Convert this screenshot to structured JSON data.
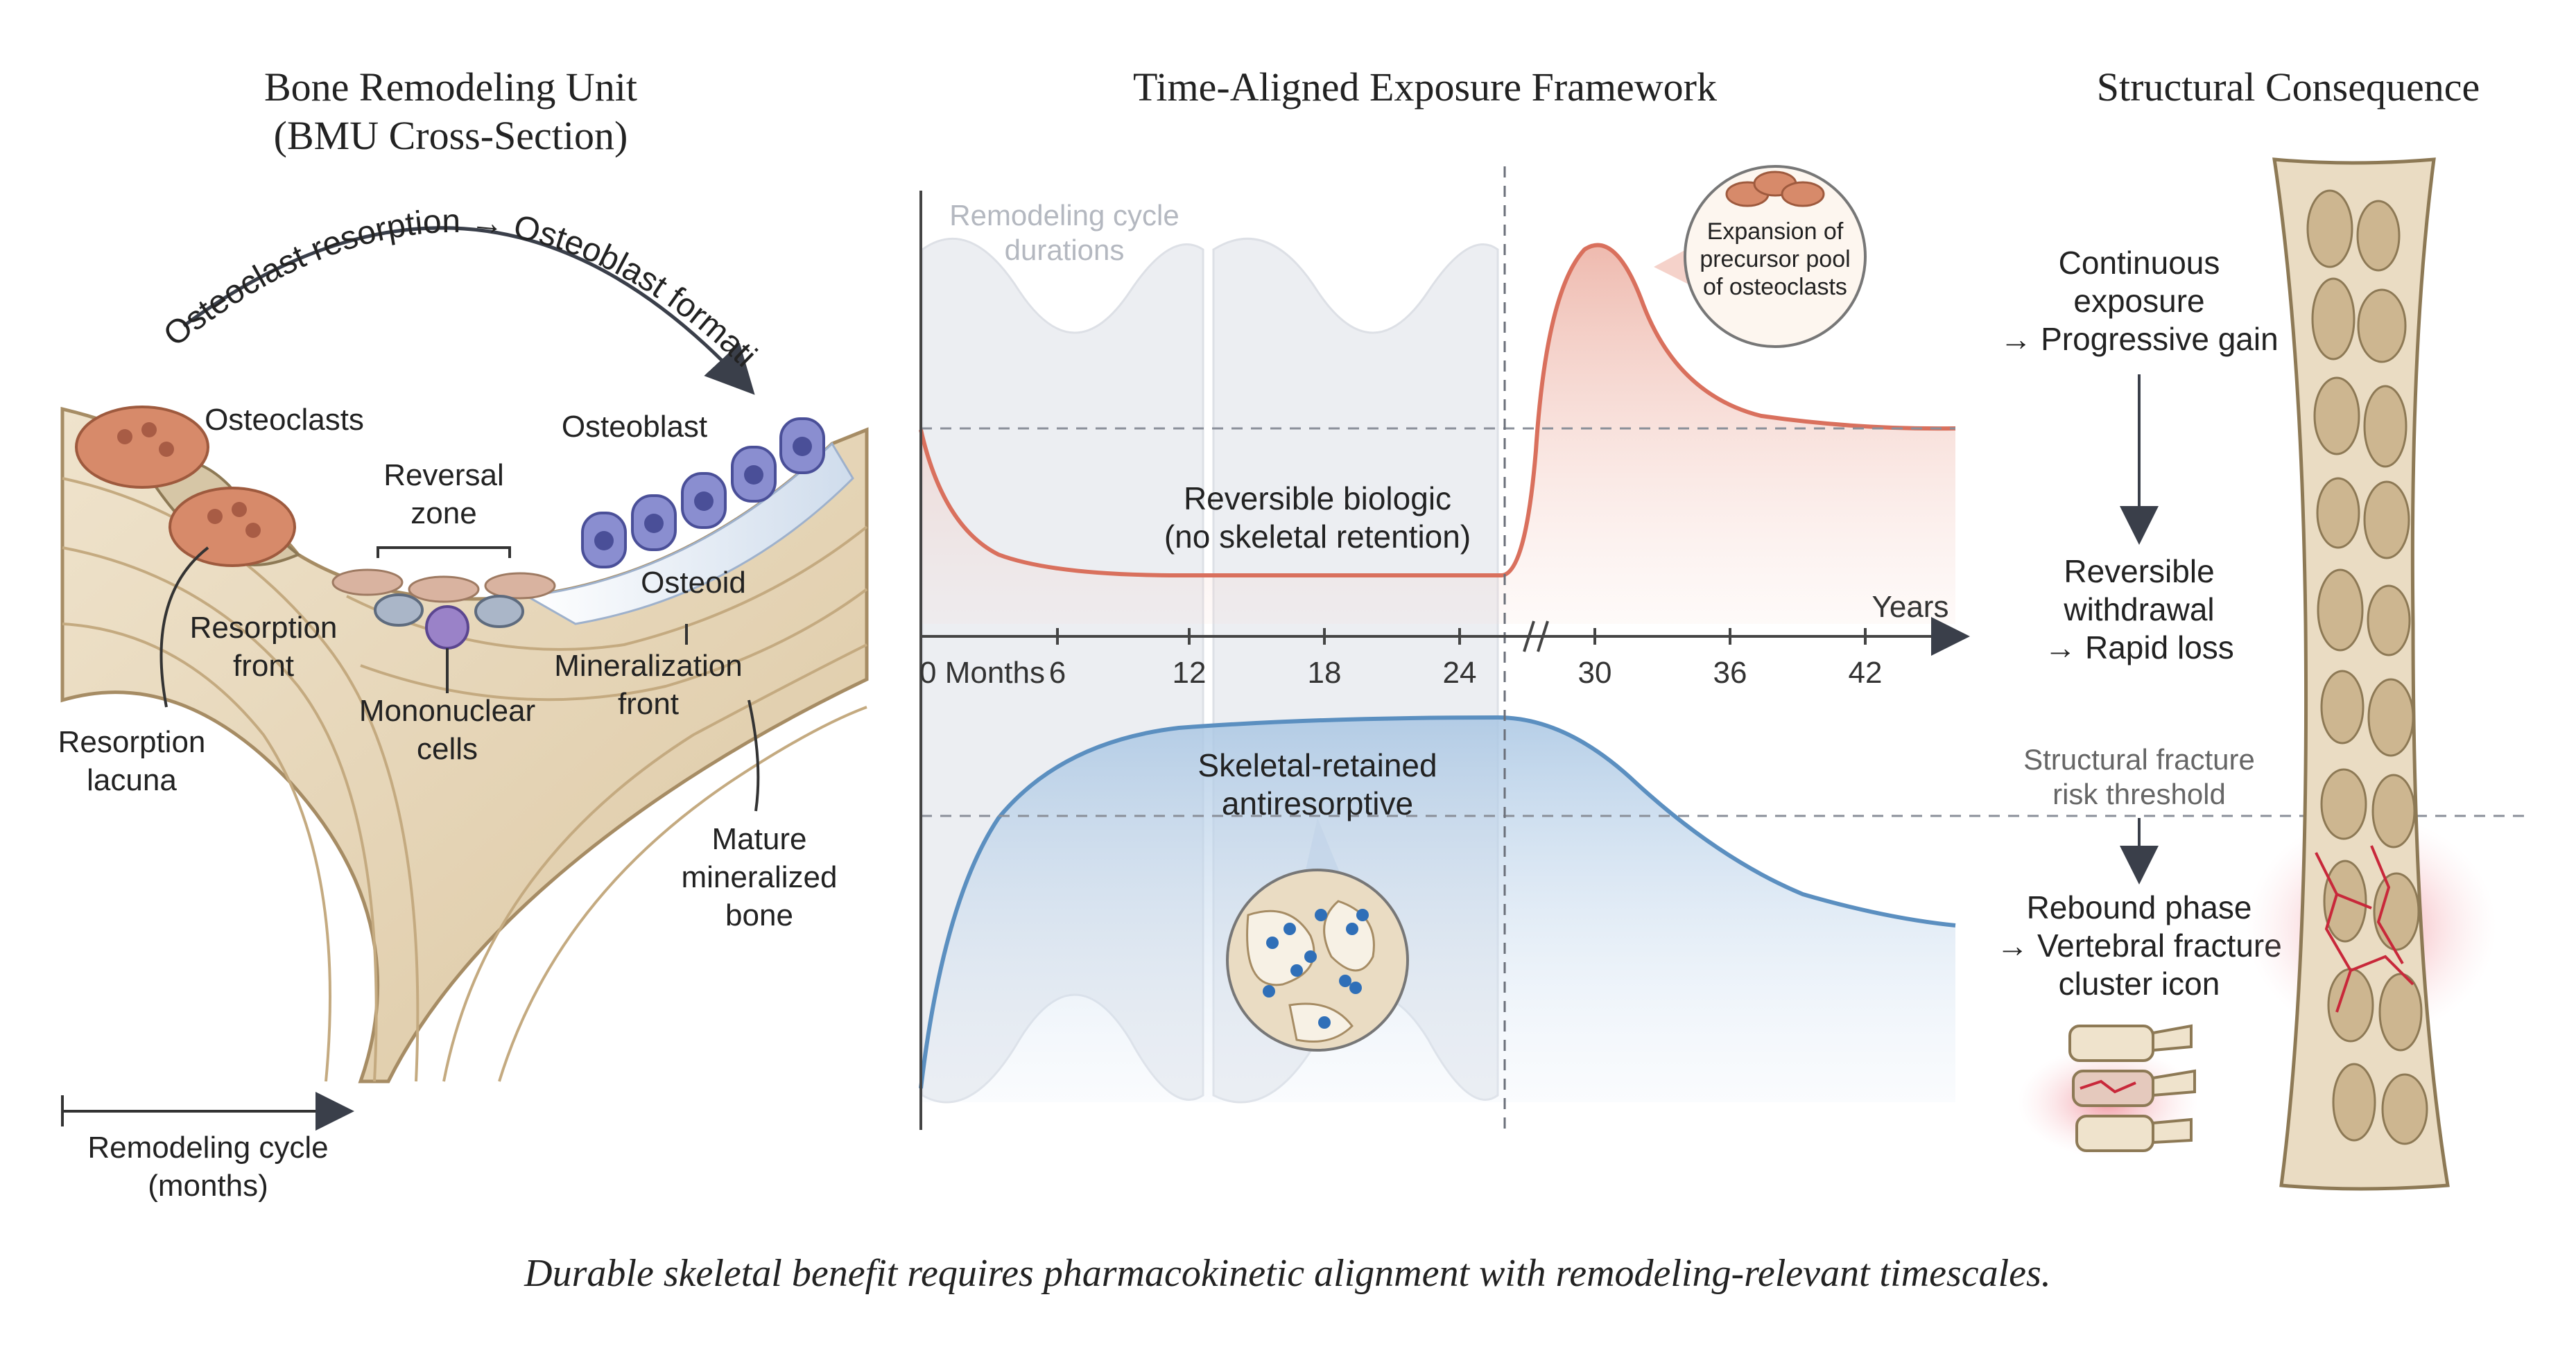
{
  "left_panel": {
    "title_line1": "Bone Remodeling Unit",
    "title_line2": "(BMU Cross-Section)",
    "arc_text": "Osteoclast resorption → Osteoblast formation",
    "labels": {
      "osteoclasts": "Osteoclasts",
      "osteoblast": "Osteoblast",
      "reversal_zone_1": "Reversal",
      "reversal_zone_2": "zone",
      "osteoid": "Osteoid",
      "resorption_front_1": "Resorption",
      "resorption_front_2": "front",
      "mineralization_front_1": "Mineralization",
      "mineralization_front_2": "front",
      "mononuclear_1": "Mononuclear",
      "mononuclear_2": "cells",
      "resorption_lacuna_1": "Resorption",
      "resorption_lacuna_2": "lacuna",
      "mature_bone_1": "Mature",
      "mature_bone_2": "mineralized",
      "mature_bone_3": "bone"
    },
    "scale_label_1": "Remodeling cycle",
    "scale_label_2": "(months)"
  },
  "middle_panel": {
    "title": "Time-Aligned Exposure Framework",
    "cycle_label_1": "Remodeling cycle",
    "cycle_label_2": "durations",
    "expansion_1": "Expansion of",
    "expansion_2": "precursor pool",
    "expansion_3": "of osteoclasts",
    "red_label_1": "Reversible biologic",
    "red_label_2": "(no skeletal retention)",
    "blue_label_1": "Skeletal-retained",
    "blue_label_2": "antiresorptive",
    "axis_unit": "Years",
    "tick_labels": [
      "0 Months",
      "6",
      "12",
      "18",
      "24",
      "30",
      "36",
      "42"
    ]
  },
  "right_panel": {
    "title": "Structural Consequence",
    "continuous_1": "Continuous",
    "continuous_2": "exposure",
    "continuous_3": "→ Progressive gain",
    "withdrawal_1": "Reversible",
    "withdrawal_2": "withdrawal",
    "withdrawal_3": "→ Rapid loss",
    "threshold_1": "Structural fracture",
    "threshold_2": "risk threshold",
    "rebound_1": "Rebound phase",
    "rebound_2": "→ Vertebral fracture",
    "rebound_3": "cluster icon"
  },
  "caption": "Durable skeletal benefit requires pharmacokinetic alignment with remodeling-relevant timescales.",
  "colors": {
    "red_curve": "#d9705d",
    "blue_curve": "#5b8fc0",
    "bone": "#eadcc3",
    "bone_dark": "#c8b189",
    "osteoclast": "#d78a6a",
    "osteoblast": "#7d80c6",
    "fracture": "#c8283a"
  }
}
